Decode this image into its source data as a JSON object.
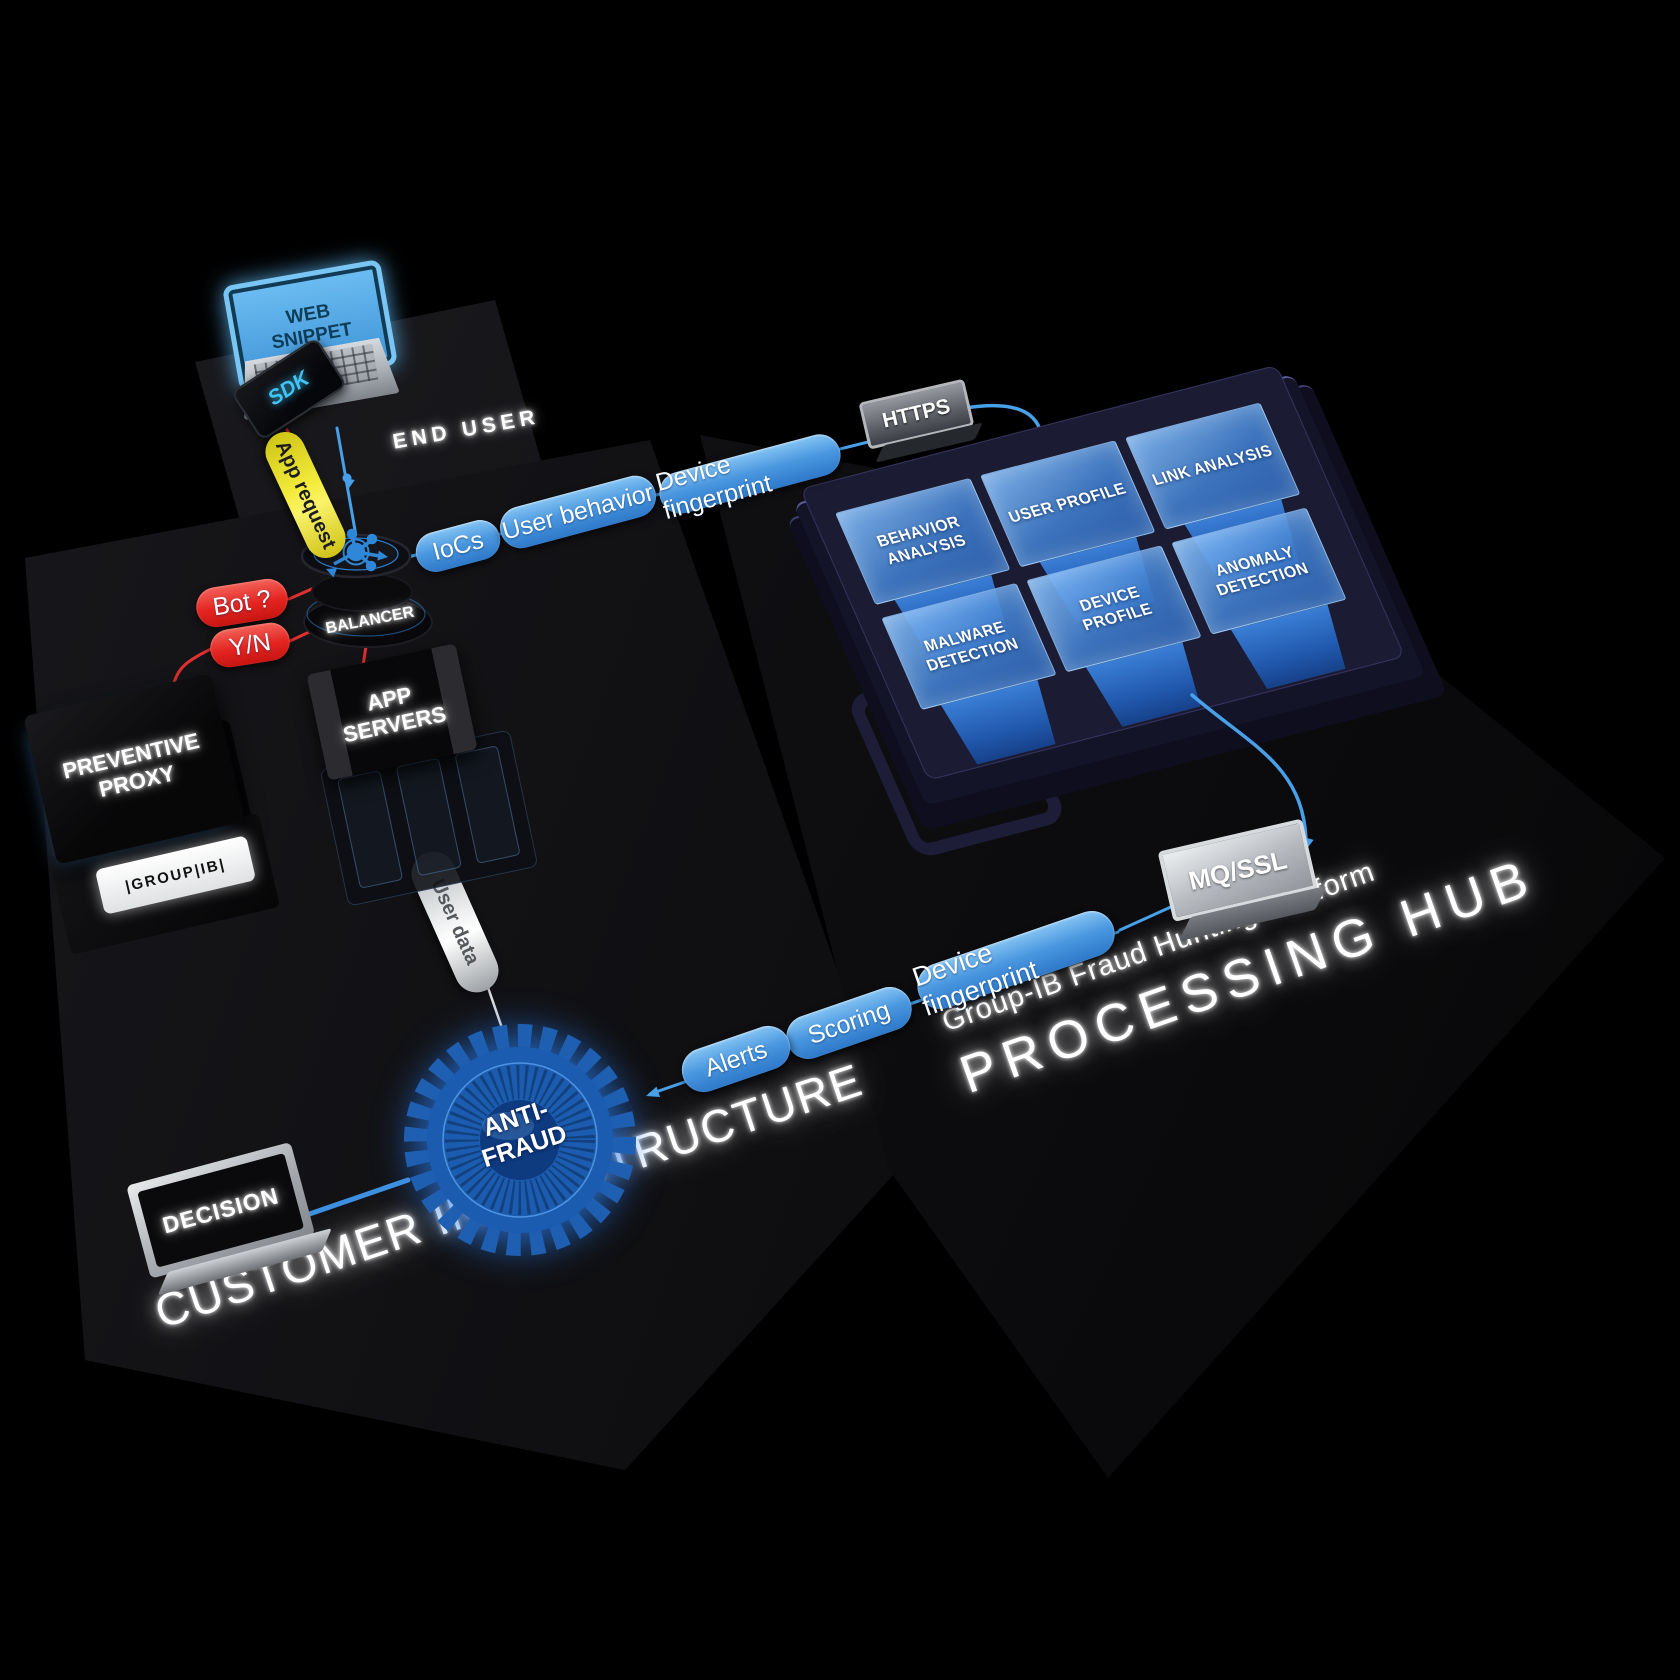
{
  "palette": {
    "accent_blue": "#4a97e0",
    "alert_red": "#e42420",
    "request_yellow": "#f4ec3d",
    "platform_blue": "#2e74c8",
    "glow_white": "#ffffff"
  },
  "end_user": {
    "zone_label": "END  USER",
    "web_snippet": "WEB SNIPPET",
    "sdk": "SDK",
    "app_request": "App request"
  },
  "customer_zone": {
    "zone_label": "CUSTOMER INFRASTRUCTURE",
    "balancer_label": "BALANCER",
    "bot_check": "Bot ?",
    "bot_answer": "Y/N",
    "preventive_proxy": "PREVENTIVE PROXY",
    "brand_badge": "|GROUP|IB|",
    "app_servers": "APP SERVERS",
    "user_data": "User data",
    "antifraud": "ANTI-FRAUD",
    "decision": "DECISION"
  },
  "hub_zone": {
    "platform_label": "Group-IB Fraud Hunting Platform",
    "zone_label": "PROCESSING HUB",
    "https": "HTTPS",
    "mqssl": "MQ/SSL",
    "cubes": [
      {
        "label": "BEHAVIOR ANALYSIS"
      },
      {
        "label": "USER PROFILE"
      },
      {
        "label": "LINK ANALYSIS"
      },
      {
        "label": "MALWARE DETECTION"
      },
      {
        "label": "DEVICE PROFILE"
      },
      {
        "label": "ANOMALY DETECTION"
      }
    ]
  },
  "flows": {
    "to_hub": [
      {
        "label": "IoCs"
      },
      {
        "label": "User behavior"
      },
      {
        "label": "Device fingerprint"
      }
    ],
    "from_hub": [
      {
        "label": "Device fingerprint"
      },
      {
        "label": "Scoring"
      },
      {
        "label": "Alerts"
      }
    ]
  }
}
